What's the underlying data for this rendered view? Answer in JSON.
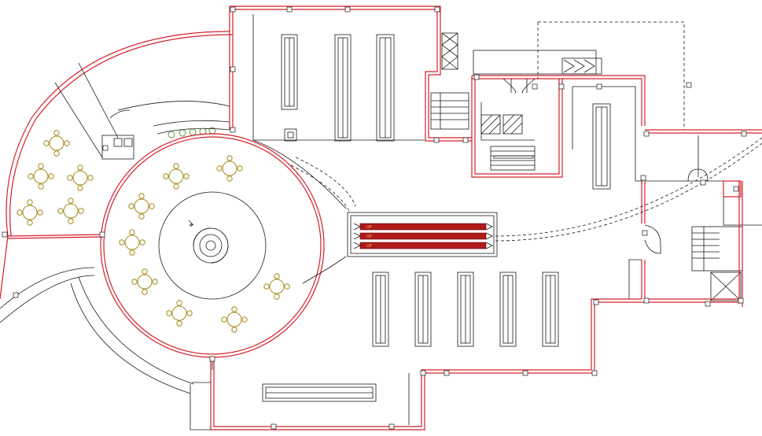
{
  "escalator": {
    "labels": [
      "UP",
      "UP",
      "UP"
    ]
  },
  "colors": {
    "wall": "#d4202a",
    "line": "#1a1a1a",
    "furniture": "#a68a1a",
    "plants": "#4a8a2a",
    "escalator": "#b01a1a"
  }
}
